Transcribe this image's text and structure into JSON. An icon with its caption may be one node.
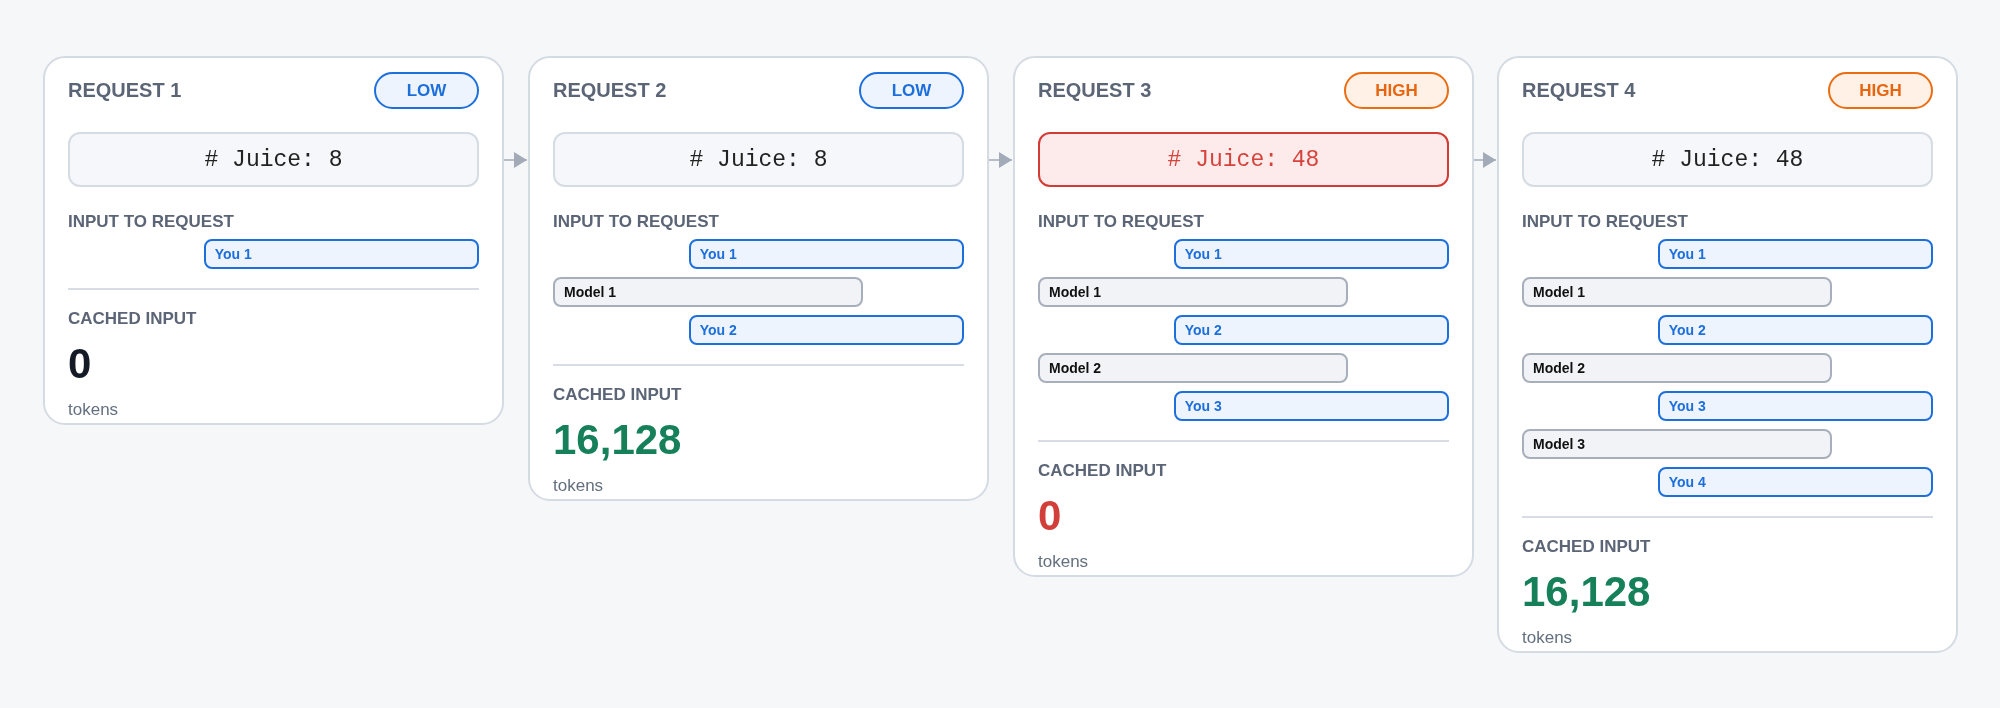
{
  "diagram": {
    "nodes": [
      {
        "text": [
          "REQUEST 1",
          "INPUT TO REQUEST",
          "CACHED INPUT",
          "0",
          "tokens"
        ]
      },
      {
        "text": [
          "LOW"
        ],
        "in": 0
      },
      {
        "text": [
          "# Juice: 8"
        ],
        "in": 0
      },
      {
        "text": [
          "You 1"
        ],
        "in": 0
      },
      {
        "text": [
          "REQUEST 2",
          "INPUT TO REQUEST",
          "CACHED INPUT",
          "16,128",
          "tokens"
        ]
      },
      {
        "text": [
          "LOW"
        ],
        "in": 4
      },
      {
        "text": [
          "# Juice: 8"
        ],
        "in": 4
      },
      {
        "text": [
          "You 1"
        ],
        "in": 4
      },
      {
        "text": [
          "Model 1"
        ],
        "in": 4
      },
      {
        "text": [
          "You 2"
        ],
        "in": 4
      },
      {
        "text": [
          "REQUEST 3",
          "INPUT TO REQUEST",
          "CACHED INPUT",
          "0",
          "tokens"
        ]
      },
      {
        "text": [
          "HIGH"
        ],
        "in": 10
      },
      {
        "text": [
          "# Juice: 48"
        ],
        "in": 10
      },
      {
        "text": [
          "You 1"
        ],
        "in": 10
      },
      {
        "text": [
          "Model 1"
        ],
        "in": 10
      },
      {
        "text": [
          "You 2"
        ],
        "in": 10
      },
      {
        "text": [
          "Model 2"
        ],
        "in": 10
      },
      {
        "text": [
          "You 3"
        ],
        "in": 10
      },
      {
        "text": [
          "REQUEST 4",
          "INPUT TO REQUEST",
          "CACHED INPUT",
          "16,128",
          "tokens"
        ]
      },
      {
        "text": [
          "HIGH"
        ],
        "in": 18
      },
      {
        "text": [
          "# Juice: 48"
        ],
        "in": 18
      },
      {
        "text": [
          "You 1"
        ],
        "in": 18
      },
      {
        "text": [
          "Model 1"
        ],
        "in": 18
      },
      {
        "text": [
          "You 2"
        ],
        "in": 18
      },
      {
        "text": [
          "Model 2"
        ],
        "in": 18
      },
      {
        "text": [
          "You 3"
        ],
        "in": 18
      },
      {
        "text": [
          "Model 3"
        ],
        "in": 18
      },
      {
        "text": [
          "You 4"
        ],
        "in": 18
      }
    ],
    "edges": [
      {
        "from": 0,
        "to": 4,
        "arrow": "to"
      },
      {
        "from": 4,
        "to": 10,
        "arrow": "to"
      },
      {
        "from": 10,
        "to": 18,
        "arrow": "to"
      }
    ]
  }
}
